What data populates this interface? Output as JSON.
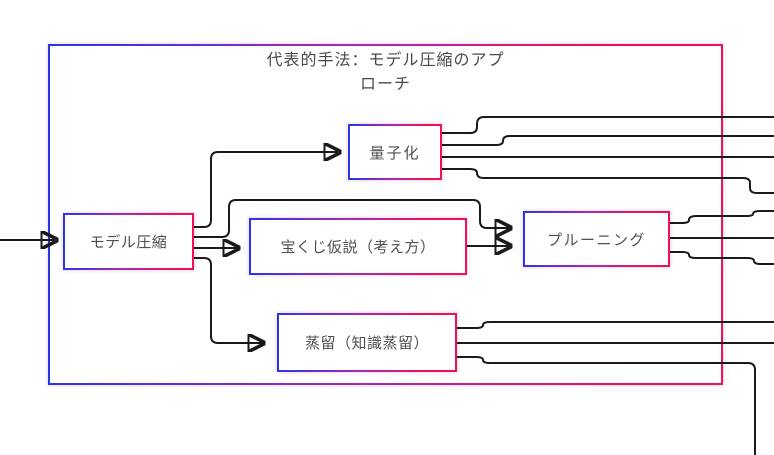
{
  "diagram": {
    "title_line1": "代表的手法：モデル圧縮のアプ",
    "title_line2": "ローチ",
    "nodes": [
      {
        "id": "model-compression",
        "label": "モデル圧縮"
      },
      {
        "id": "quantization",
        "label": "量子化"
      },
      {
        "id": "lottery-hypothesis",
        "label": "宝くじ仮説（考え方）"
      },
      {
        "id": "pruning",
        "label": "プルーニング"
      },
      {
        "id": "distillation",
        "label": "蒸留（知識蒸留）"
      }
    ],
    "edges": [
      {
        "from": "offscreen-left",
        "to": "model-compression",
        "arrow": true
      },
      {
        "from": "model-compression",
        "to": "quantization",
        "arrow": true
      },
      {
        "from": "model-compression",
        "to": "pruning",
        "arrow": true
      },
      {
        "from": "model-compression",
        "to": "lottery-hypothesis",
        "arrow": true
      },
      {
        "from": "model-compression",
        "to": "distillation",
        "arrow": true
      },
      {
        "from": "lottery-hypothesis",
        "to": "pruning",
        "arrow": true
      },
      {
        "from": "quantization",
        "to": "offscreen-right",
        "count": 4
      },
      {
        "from": "pruning",
        "to": "offscreen-right",
        "count": 3
      },
      {
        "from": "distillation",
        "to": "offscreen-right",
        "count": 2
      },
      {
        "from": "distillation",
        "to": "offscreen-bottom",
        "count": 1
      }
    ],
    "colors": {
      "border_blue": "#2b35e6",
      "border_red": "#ef1150",
      "line_black": "#1a1a1a",
      "text_gray": "#4f4f4f",
      "background": "#ffffff"
    }
  }
}
